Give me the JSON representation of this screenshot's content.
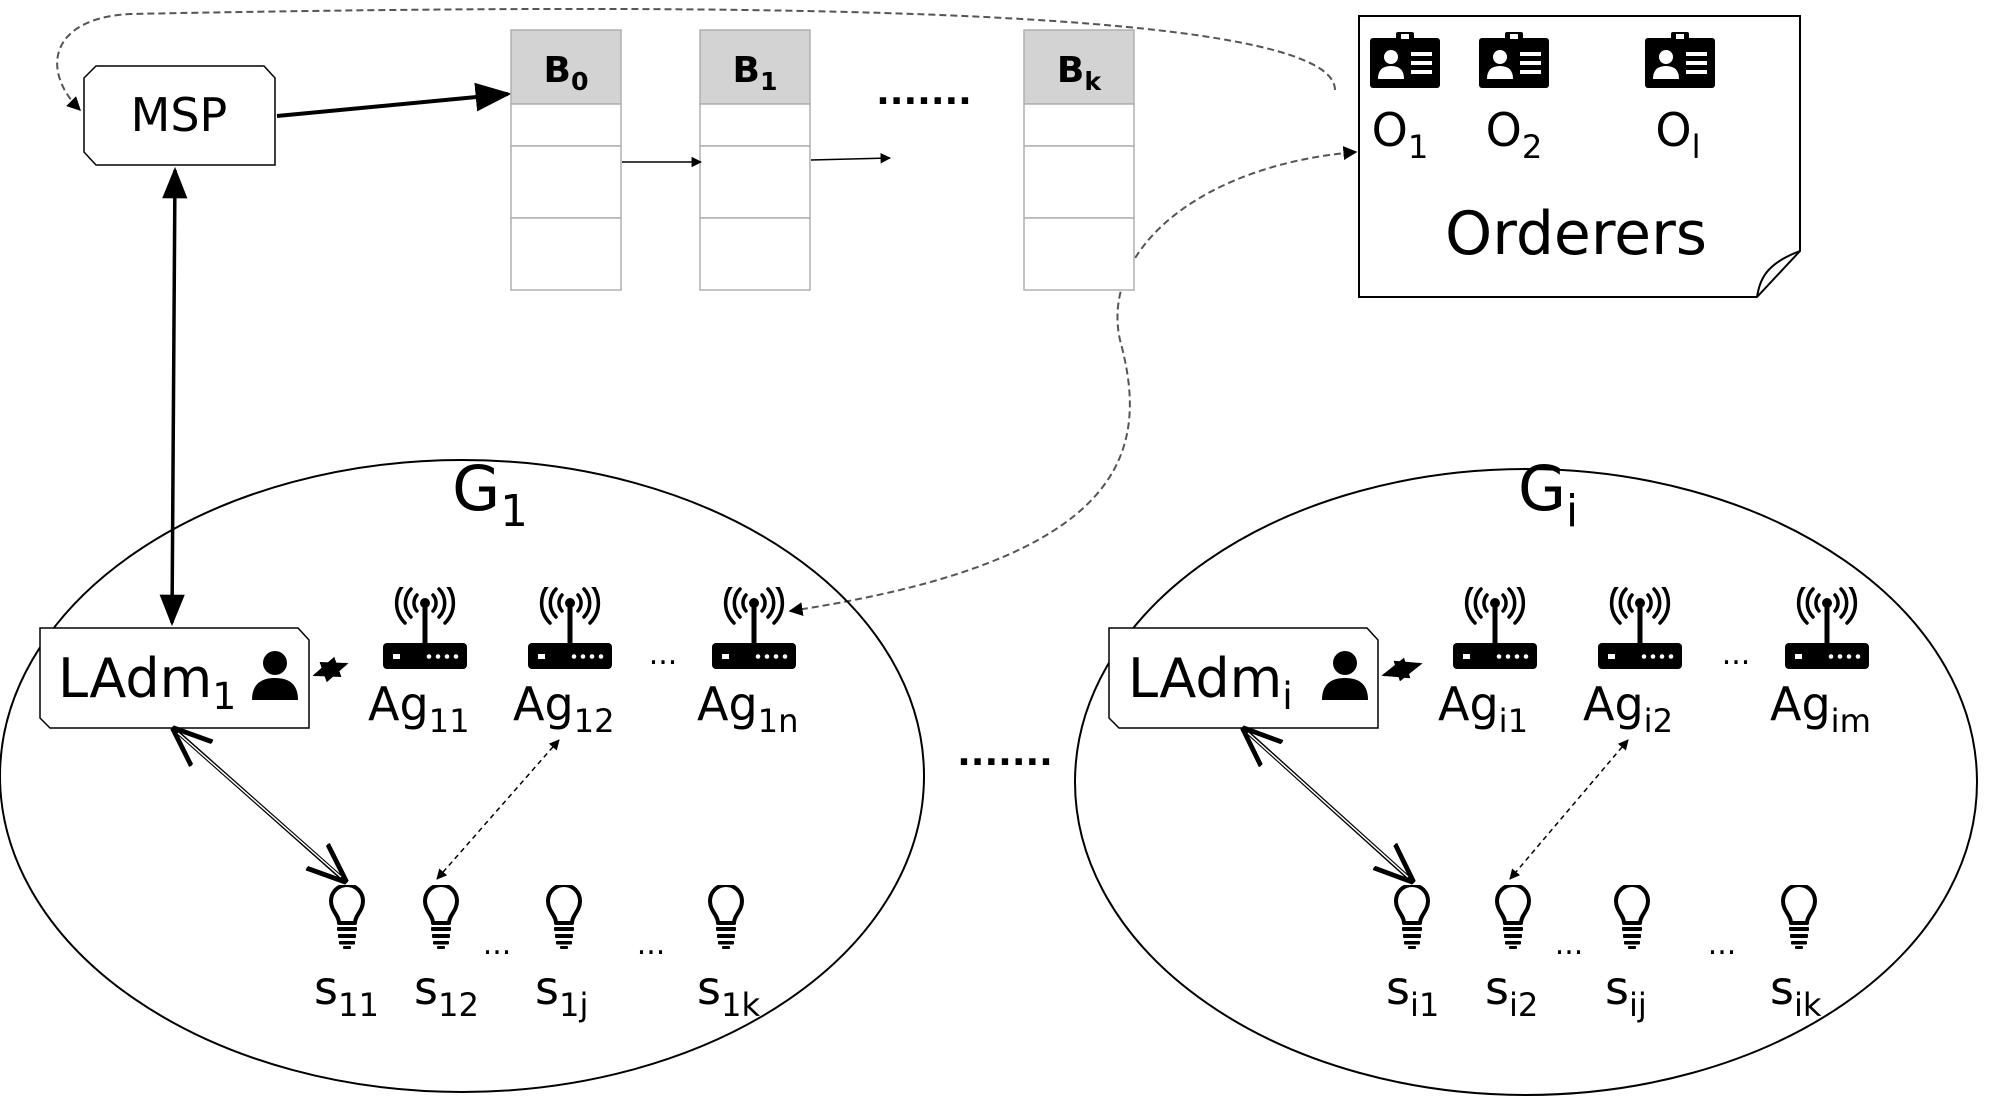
{
  "msp": {
    "label": "MSP"
  },
  "blocks": [
    {
      "base": "B",
      "sub": "0"
    },
    {
      "base": "B",
      "sub": "1"
    },
    {
      "base": "B",
      "sub": "k"
    }
  ],
  "blocks_ellipsis": ".......",
  "orderers": {
    "title": "Orderers",
    "items": [
      {
        "base": "O",
        "sub": "1",
        "icon": "id-card-icon"
      },
      {
        "base": "O",
        "sub": "2",
        "icon": "id-card-icon"
      },
      {
        "base": "O",
        "sub": "l",
        "icon": "id-card-icon"
      }
    ]
  },
  "groups_ellipsis": ".......",
  "groups": [
    {
      "title": {
        "base": "G",
        "sub": "1"
      },
      "admin": {
        "base": "LAdm",
        "sub": "1",
        "icon": "user-icon"
      },
      "agents": [
        {
          "base": "Ag",
          "sub": "11",
          "icon": "router-icon"
        },
        {
          "base": "Ag",
          "sub": "12",
          "icon": "router-icon"
        },
        {
          "base": "Ag",
          "sub": "1n",
          "icon": "router-icon"
        }
      ],
      "agents_ellipsis": "...",
      "sensors": [
        {
          "base": "s",
          "sub": "11",
          "icon": "lightbulb-icon"
        },
        {
          "base": "s",
          "sub": "12",
          "icon": "lightbulb-icon"
        },
        {
          "base": "s",
          "sub": "1j",
          "icon": "lightbulb-icon"
        },
        {
          "base": "s",
          "sub": "1k",
          "icon": "lightbulb-icon"
        }
      ],
      "sensors_ellipsis": "..."
    },
    {
      "title": {
        "base": "G",
        "sub": "i"
      },
      "admin": {
        "base": "LAdm",
        "sub": "i",
        "icon": "user-icon"
      },
      "agents": [
        {
          "base": "Ag",
          "sub": "i1",
          "icon": "router-icon"
        },
        {
          "base": "Ag",
          "sub": "i2",
          "icon": "router-icon"
        },
        {
          "base": "Ag",
          "sub": "im",
          "icon": "router-icon"
        }
      ],
      "agents_ellipsis": "...",
      "sensors": [
        {
          "base": "s",
          "sub": "i1",
          "icon": "lightbulb-icon"
        },
        {
          "base": "s",
          "sub": "i2",
          "icon": "lightbulb-icon"
        },
        {
          "base": "s",
          "sub": "ij",
          "icon": "lightbulb-icon"
        },
        {
          "base": "s",
          "sub": "ik",
          "icon": "lightbulb-icon"
        }
      ],
      "sensors_ellipsis": "..."
    }
  ]
}
